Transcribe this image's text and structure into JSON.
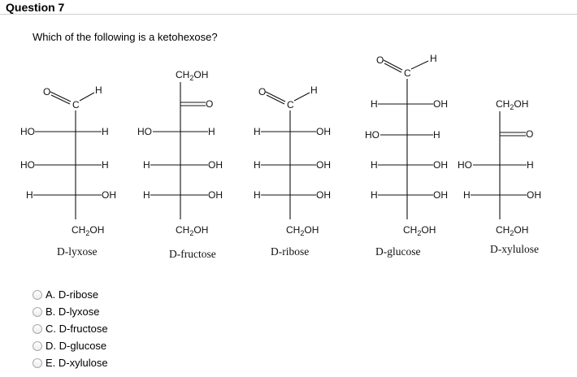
{
  "question": {
    "title": "Question 7",
    "text": "Which of the following is a ketohexose?"
  },
  "figure": {
    "structures": [
      {
        "name": "D-lyxose",
        "top": {
          "O": "O",
          "C": "C",
          "H": "H"
        },
        "rows": [
          {
            "left": "HO",
            "right": "H"
          },
          {
            "left": "HO",
            "right": "H"
          },
          {
            "left": "H",
            "right": "OH"
          }
        ],
        "bottom": "CH2OH"
      },
      {
        "name": "D-fructose",
        "top": "CH2OH",
        "carbonyl": "O",
        "rows": [
          {
            "left": "HO",
            "right": "H"
          },
          {
            "left": "H",
            "right": "OH"
          },
          {
            "left": "H",
            "right": "OH"
          }
        ],
        "bottom": "CH2OH"
      },
      {
        "name": "D-ribose",
        "top": {
          "O": "O",
          "C": "C",
          "H": "H"
        },
        "rows": [
          {
            "left": "H",
            "right": "OH"
          },
          {
            "left": "H",
            "right": "OH"
          },
          {
            "left": "H",
            "right": "OH"
          }
        ],
        "bottom": "CH2OH"
      },
      {
        "name": "D-glucose",
        "top": {
          "O": "O",
          "C": "C",
          "H": "H"
        },
        "rows": [
          {
            "left": "H",
            "right": "OH"
          },
          {
            "left": "HO",
            "right": "H"
          },
          {
            "left": "H",
            "right": "OH"
          },
          {
            "left": "H",
            "right": "OH"
          }
        ],
        "bottom": "CH2OH"
      },
      {
        "name": "D-xylulose",
        "top": "CH2OH",
        "carbonyl": "O",
        "rows": [
          {
            "left": "HO",
            "right": "H"
          },
          {
            "left": "H",
            "right": "OH"
          }
        ],
        "bottom": "CH2OH"
      }
    ],
    "ch2_prefix": "CH",
    "ch2_sub": "2",
    "ch2_suffix": "OH"
  },
  "options": [
    {
      "letter": "A.",
      "label": "D-ribose"
    },
    {
      "letter": "B.",
      "label": "D-lyxose"
    },
    {
      "letter": "C.",
      "label": "D-fructose"
    },
    {
      "letter": "D.",
      "label": "D-glucose"
    },
    {
      "letter": "E.",
      "label": "D-xylulose"
    }
  ]
}
